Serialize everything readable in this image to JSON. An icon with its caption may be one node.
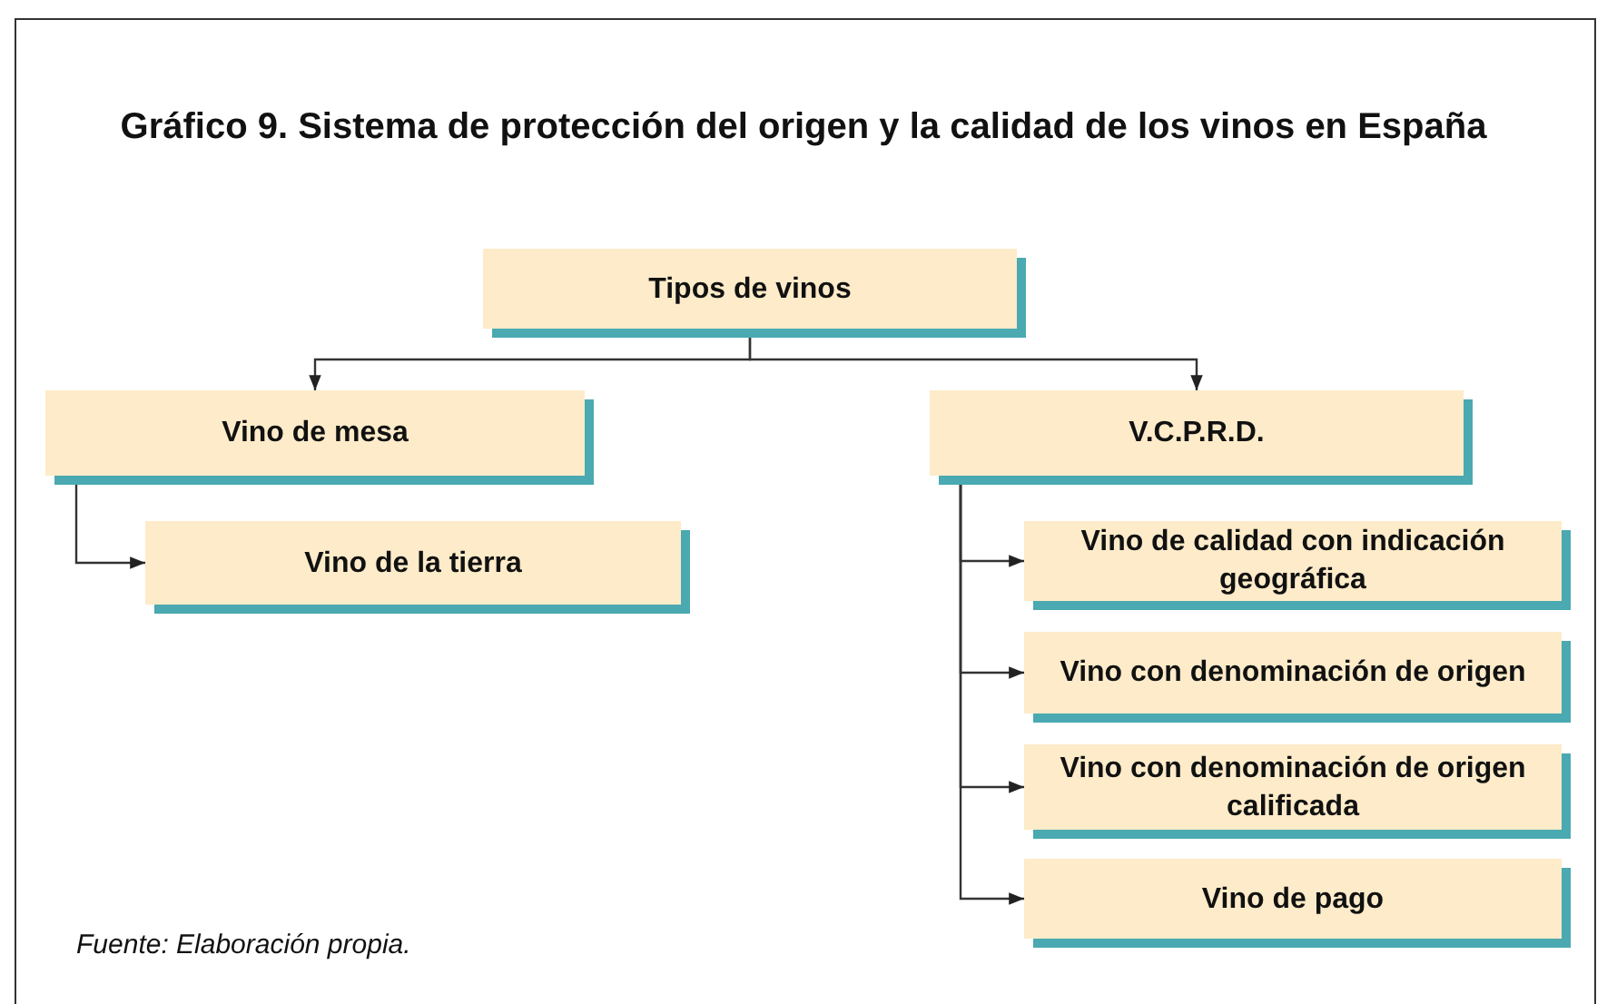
{
  "diagram": {
    "title": "Gráfico 9. Sistema de protección del origen y la calidad de los vinos en España",
    "caption": "Fuente: Elaboración propia.",
    "nodes": [
      {
        "text": [
          "Tipos de vinos"
        ]
      },
      {
        "text": [
          "Vino de mesa"
        ]
      },
      {
        "text": [
          "Vino de la tierra"
        ]
      },
      {
        "text": [
          "V.C.P.R.D."
        ]
      },
      {
        "text": [
          "Vino de calidad con indicación geográfica"
        ]
      },
      {
        "text": [
          "Vino con denominación de origen"
        ]
      },
      {
        "text": [
          "Vino con denominación de origen calificada"
        ]
      },
      {
        "text": [
          "Vino de pago"
        ]
      }
    ],
    "edges": [
      {
        "from": 0,
        "to": 1,
        "arrow": "to"
      },
      {
        "from": 0,
        "to": 3,
        "arrow": "to"
      },
      {
        "from": 1,
        "to": 2,
        "arrow": "to"
      },
      {
        "from": 3,
        "to": 4,
        "arrow": "to"
      },
      {
        "from": 3,
        "to": 5,
        "arrow": "to"
      },
      {
        "from": 3,
        "to": 6,
        "arrow": "to"
      },
      {
        "from": 3,
        "to": 7,
        "arrow": "to"
      }
    ]
  }
}
